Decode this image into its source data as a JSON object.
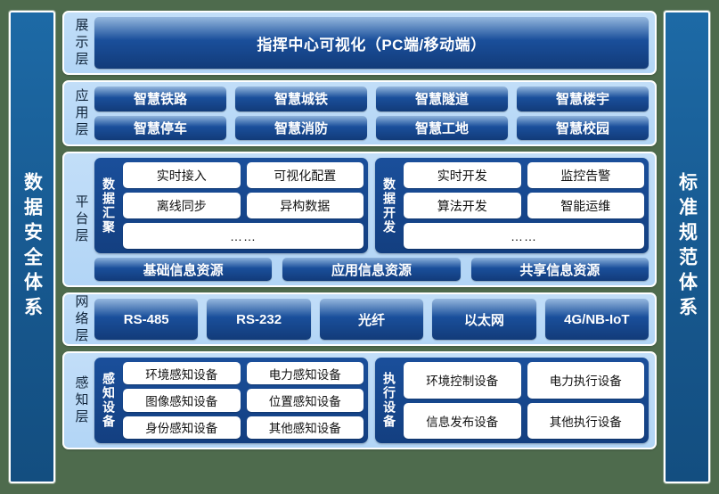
{
  "left_pillar": {
    "label": "数据安全体系"
  },
  "right_pillar": {
    "label": "标准规范体系"
  },
  "layers": {
    "presentation": {
      "label": "展示层",
      "banner": "指挥中心可视化（PC端/移动端）"
    },
    "application": {
      "label": "应用层",
      "row1": [
        "智慧铁路",
        "智慧城铁",
        "智慧隧道",
        "智慧楼宇"
      ],
      "row2": [
        "智慧停车",
        "智慧消防",
        "智慧工地",
        "智慧校园"
      ]
    },
    "platform": {
      "label": "平台层",
      "group_aggregation": {
        "label": "数据汇聚",
        "row1": [
          "实时接入",
          "可视化配置"
        ],
        "row2": [
          "离线同步",
          "异构数据"
        ],
        "row3": "……"
      },
      "group_development": {
        "label": "数据开发",
        "row1": [
          "实时开发",
          "监控告警"
        ],
        "row2": [
          "算法开发",
          "智能运维"
        ],
        "row3": "……"
      },
      "resources": [
        "基础信息资源",
        "应用信息资源",
        "共享信息资源"
      ]
    },
    "network": {
      "label": "网络层",
      "items": [
        "RS-485",
        "RS-232",
        "光纤",
        "以太网",
        "4G/NB-IoT"
      ]
    },
    "sensing": {
      "label": "感知层",
      "group_sensor": {
        "label": "感知设备",
        "row1": [
          "环境感知设备",
          "电力感知设备"
        ],
        "row2": [
          "图像感知设备",
          "位置感知设备"
        ],
        "row3": [
          "身份感知设备",
          "其他感知设备"
        ]
      },
      "group_actuator": {
        "label": "执行设备",
        "row1": [
          "环境控制设备",
          "电力执行设备"
        ],
        "row2": [
          "信息发布设备",
          "其他执行设备"
        ]
      }
    }
  },
  "colors": {
    "background": "#4e6b4d",
    "pillar": "#17588f",
    "panel": "#b6d7f6",
    "chip": "#1a4f9b",
    "chip_dark": "#123b79",
    "white_box": "#ffffff"
  }
}
